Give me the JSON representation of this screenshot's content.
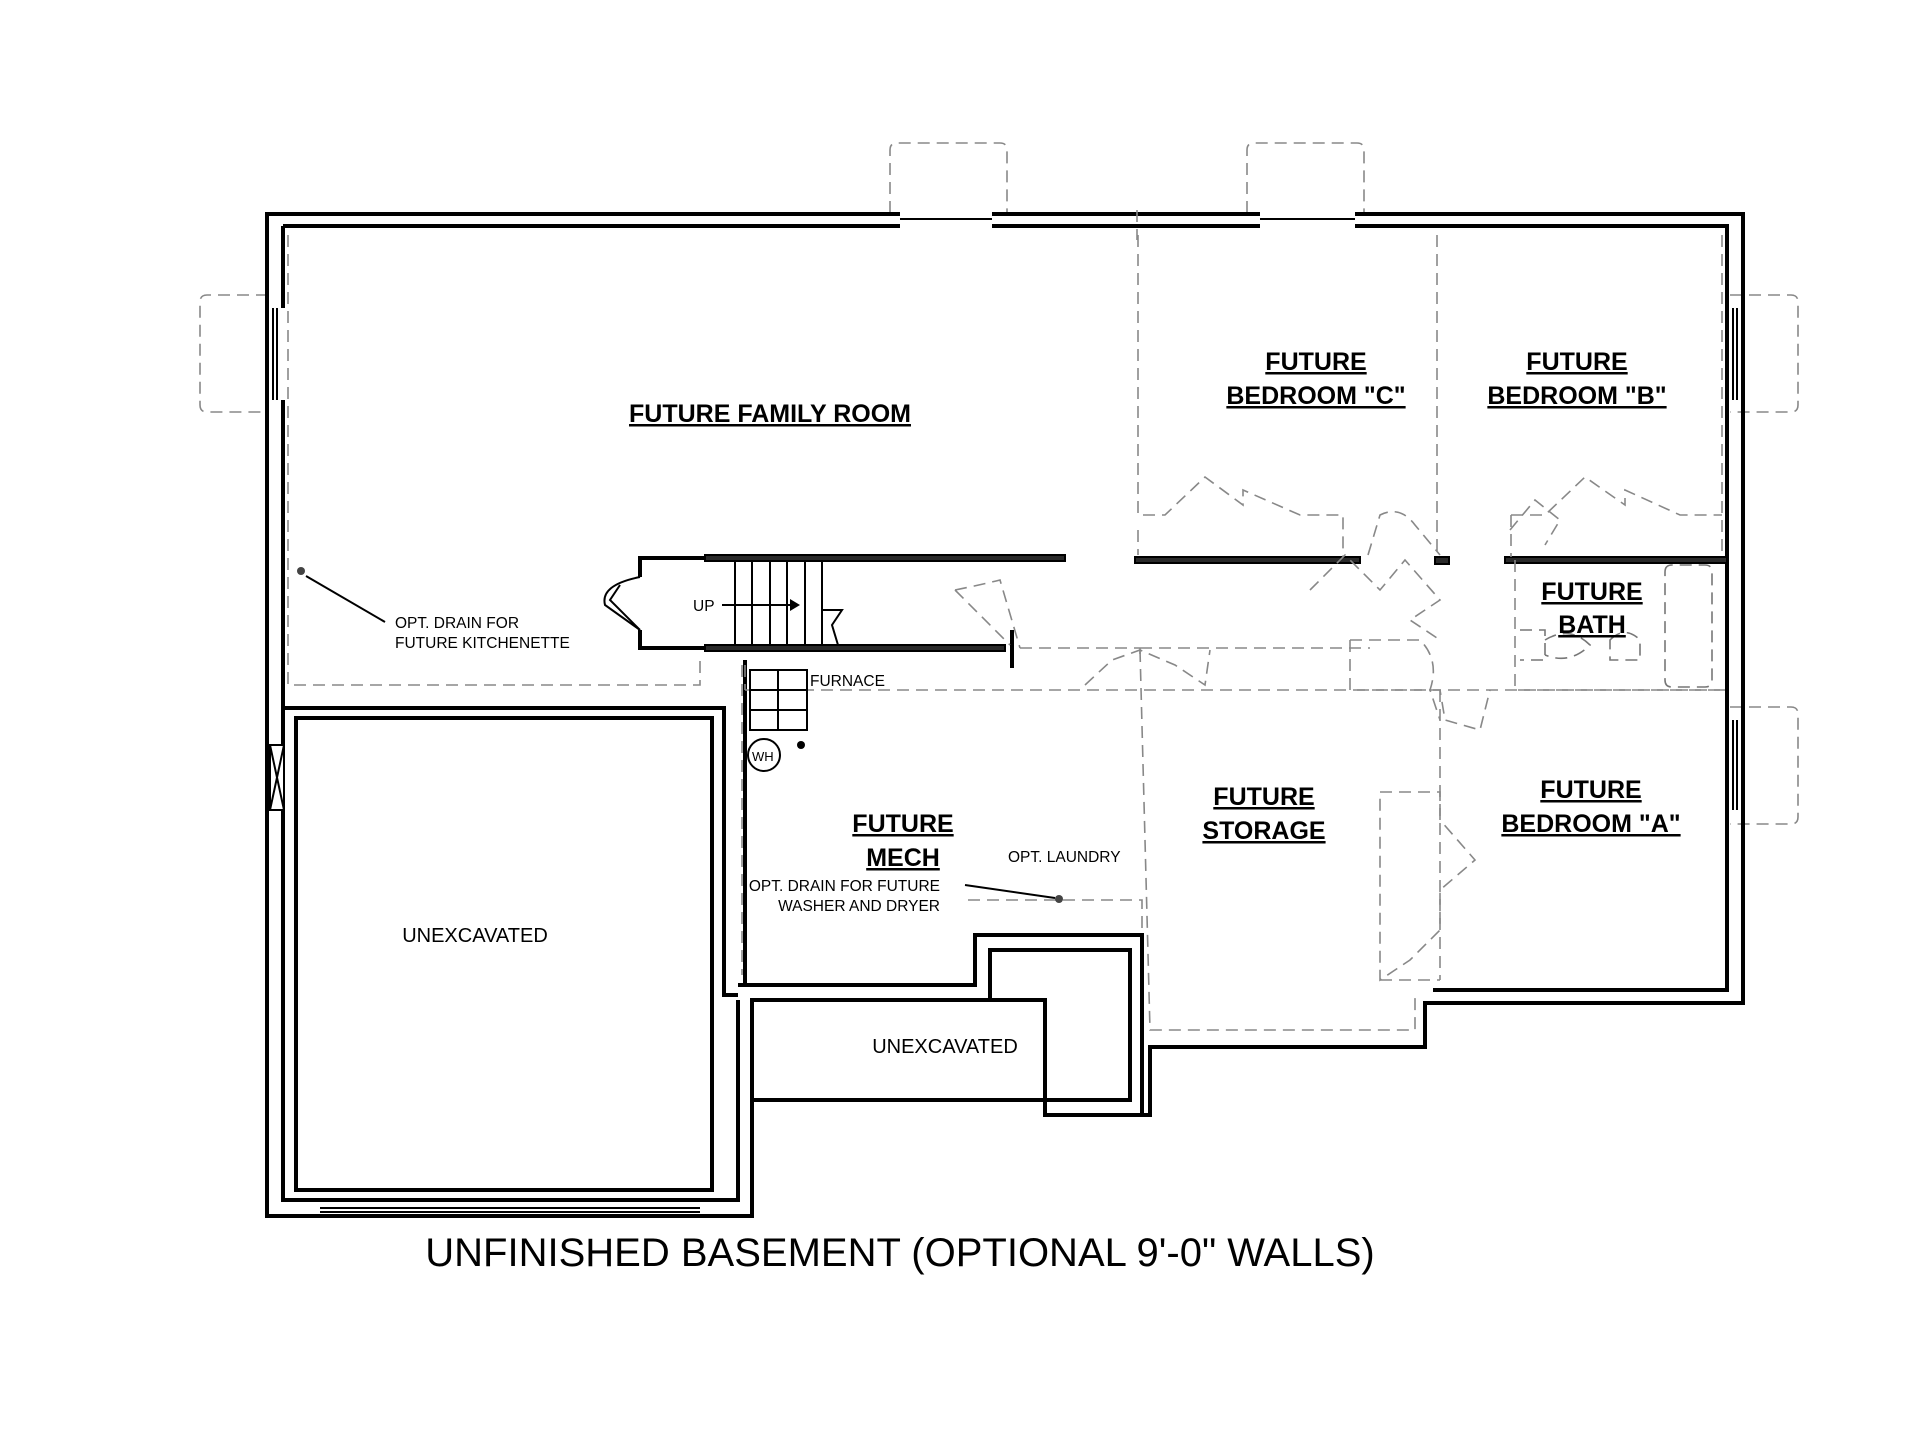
{
  "rooms": {
    "family_room": "FUTURE FAMILY ROOM",
    "bedroom_c_line1": "FUTURE",
    "bedroom_c_line2": "BEDROOM \"C\"",
    "bedroom_b_line1": "FUTURE",
    "bedroom_b_line2": "BEDROOM \"B\"",
    "bath_line1": "FUTURE",
    "bath_line2": "BATH",
    "mech_line1": "FUTURE",
    "mech_line2": "MECH",
    "storage_line1": "FUTURE",
    "storage_line2": "STORAGE",
    "bedroom_a_line1": "FUTURE",
    "bedroom_a_line2": "BEDROOM \"A\""
  },
  "areas": {
    "unexcavated_left": "UNEXCAVATED",
    "unexcavated_middle": "UNEXCAVATED"
  },
  "notes": {
    "kitchenette_line1": "OPT. DRAIN FOR",
    "kitchenette_line2": "FUTURE KITCHENETTE",
    "stairs_up": "UP",
    "furnace": "FURNACE",
    "water_heater": "WH",
    "laundry": "OPT. LAUNDRY",
    "washer_line1": "OPT. DRAIN FOR FUTURE",
    "washer_line2": "WASHER AND DRYER"
  },
  "title": "UNFINISHED BASEMENT (OPTIONAL 9'-0\" WALLS)"
}
